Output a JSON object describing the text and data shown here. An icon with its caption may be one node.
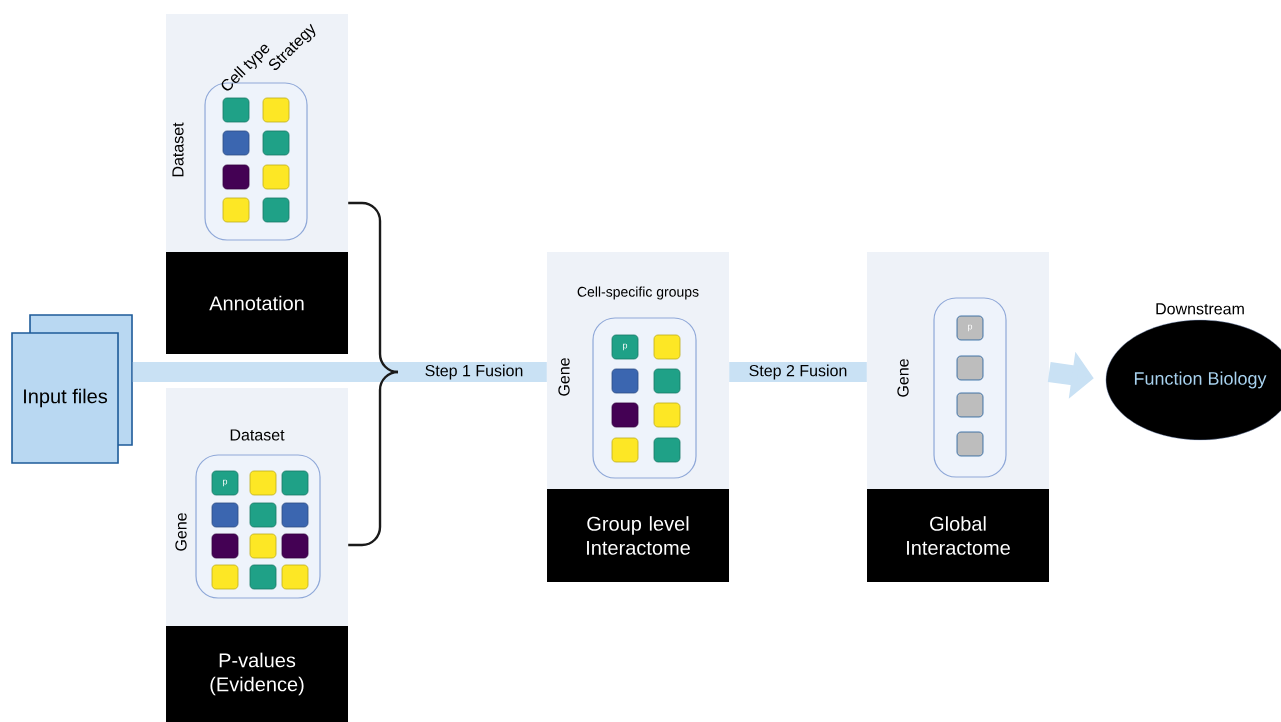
{
  "diagram": {
    "nodes": [
      {
        "text": [
          "Input files"
        ]
      },
      {
        "text": [
          "Annotation"
        ]
      },
      {
        "text": [
          "P-values (Evidence)"
        ]
      },
      {
        "text": [
          "Group level Interactome"
        ]
      },
      {
        "text": [
          "Global Interactome"
        ]
      },
      {
        "text": [
          "Function Biology"
        ],
        "beside": [
          "Downstream"
        ]
      }
    ],
    "edges": [
      {
        "from": 0,
        "to": 3,
        "arrow": "none",
        "label": "Step 1 Fusion"
      },
      {
        "from": 1,
        "to": null,
        "arrow": "none",
        "color": "#1a1a1a"
      },
      {
        "from": 2,
        "to": null,
        "arrow": "none",
        "color": "#1a1a1a"
      },
      {
        "from": 3,
        "to": 4,
        "arrow": "none",
        "label": "Step 2 Fusion"
      },
      {
        "from": 4,
        "to": 5,
        "arrow": "to"
      }
    ],
    "labels": [
      "Cell type",
      "Strategy",
      "Dataset",
      "Dataset",
      "Gene",
      "p",
      "Cell-specific groups",
      "Gene",
      "p",
      "Gene",
      "p"
    ]
  }
}
